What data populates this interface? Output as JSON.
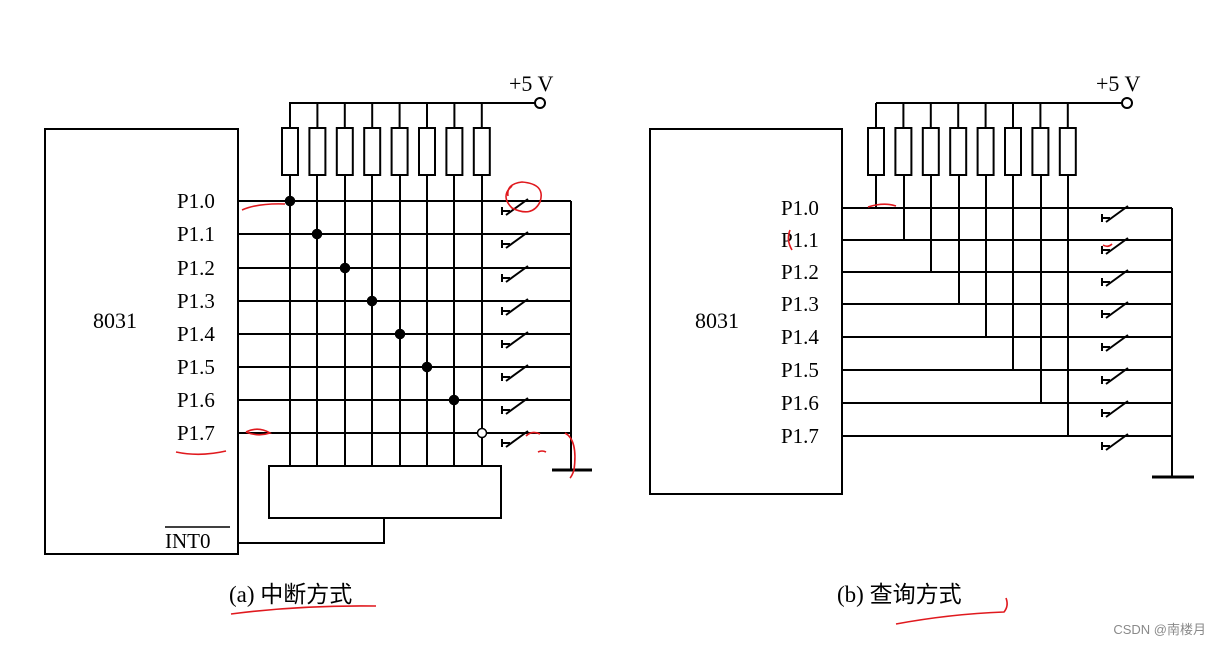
{
  "watermark": "CSDN @南楼月",
  "diagram_a": {
    "chip": "8031",
    "vcc": "+5 V",
    "pins": [
      "P1.0",
      "P1.1",
      "P1.2",
      "P1.3",
      "P1.4",
      "P1.5",
      "P1.6",
      "P1.7"
    ],
    "int_pin": "INT0",
    "caption": "(a) 中断方式"
  },
  "diagram_b": {
    "chip": "8031",
    "vcc": "+5 V",
    "pins": [
      "P1.0",
      "P1.1",
      "P1.2",
      "P1.3",
      "P1.4",
      "P1.5",
      "P1.6",
      "P1.7"
    ],
    "caption": "(b) 查询方式"
  },
  "colors": {
    "ink": "#000000",
    "annotation": "#e0191e",
    "watermark": "#8a8a8a"
  }
}
